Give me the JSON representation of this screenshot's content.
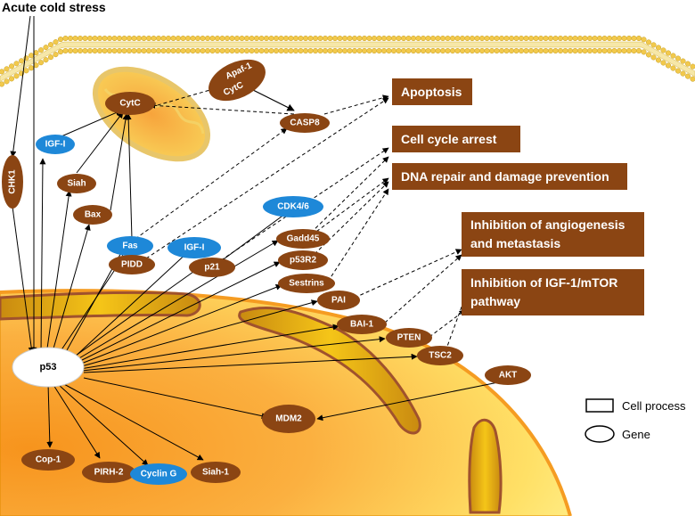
{
  "title": "Acute cold stress",
  "colors": {
    "gene_brown": "#8B4513",
    "gene_blue": "#1E88D8",
    "process_box": "#8B4513",
    "membrane": "#F2D060",
    "cell_orange": "#F7941D",
    "cell_yellow": "#FFF59A"
  },
  "genes": {
    "chk1": "CHK1",
    "igf1_top": "IGF-I",
    "siah": "Siah",
    "bax": "Bax",
    "cytc": "CytC",
    "apaf1": "Apaf-1",
    "cytc2": "CytC",
    "casp8": "CASP8",
    "fas": "Fas",
    "pidd": "PIDD",
    "igf1_mid": "IGF-I",
    "p21": "p21",
    "cdk46": "CDK4/6",
    "gadd45": "Gadd45",
    "p53r2": "p53R2",
    "sestrins": "Sestrins",
    "pai": "PAI",
    "bai1": "BAI-1",
    "pten": "PTEN",
    "tsc2": "TSC2",
    "akt": "AKT",
    "mdm2": "MDM2",
    "p53": "p53",
    "cop1": "Cop-1",
    "pirh2": "PIRH-2",
    "cyclin_g": "Cyclin G",
    "siah1": "Siah-1"
  },
  "processes": {
    "apoptosis": [
      "Apoptosis"
    ],
    "cell_cycle_arrest": [
      "Cell cycle arrest"
    ],
    "dna_repair": [
      "DNA repair and damage prevention"
    ],
    "angiogenesis": [
      "Inhibition of angiogenesis",
      "and metastasis"
    ],
    "igf_mtor": [
      "Inhibition of IGF-1/mTOR",
      "pathway"
    ]
  },
  "legend": {
    "cell_process": "Cell process",
    "gene": "Gene"
  }
}
